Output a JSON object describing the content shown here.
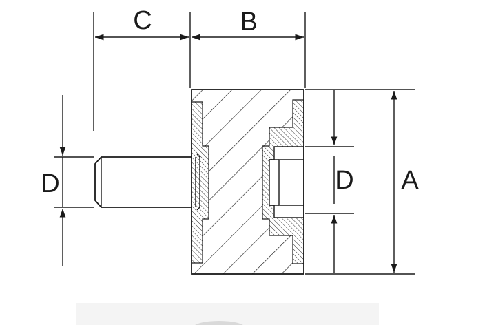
{
  "drawing": {
    "labels": {
      "overall_height": "A",
      "body_width": "B",
      "stud_length": "C",
      "stud_diameter": "D",
      "bore_diameter": "D"
    },
    "colors": {
      "line": "#1a1a1a",
      "background": "#ffffff",
      "bottom_strip": "#f3f3f3"
    }
  }
}
